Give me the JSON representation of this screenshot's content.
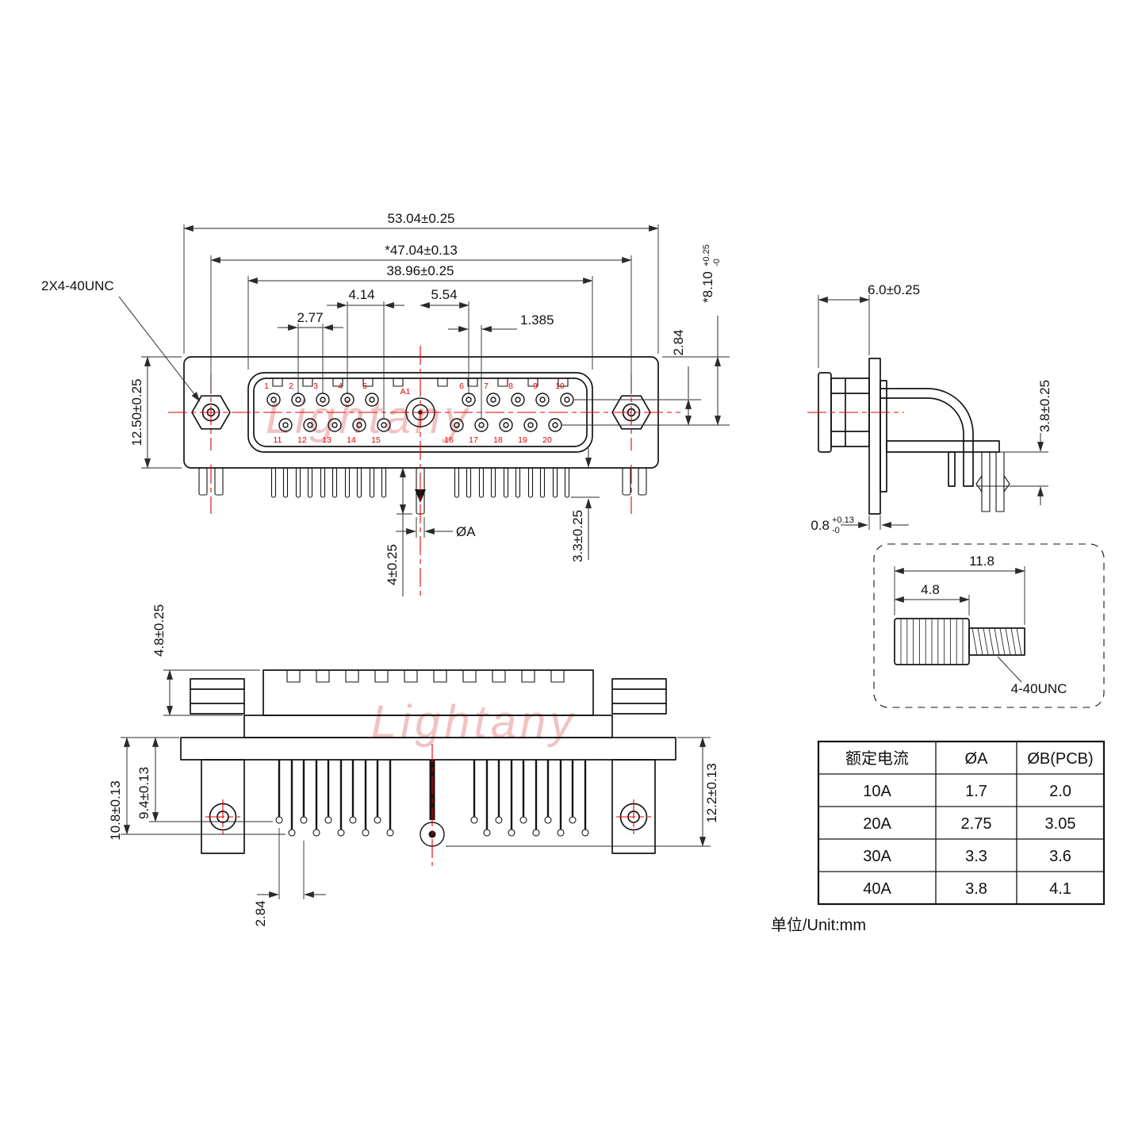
{
  "colors": {
    "line": "#141414",
    "centerline_red": "#e60000",
    "watermark": "#f0b4b4"
  },
  "watermark": {
    "text": "Lightany"
  },
  "front": {
    "label_thread": "2X4-40UNC",
    "dim_overall": "53.04±0.25",
    "dim_flange": "*47.04±0.13",
    "dim_shell": "38.96±0.25",
    "dim_p414": "4.14",
    "dim_p554": "5.54",
    "dim_p277": "2.77",
    "dim_p1385": "1.385",
    "dim_row": "2.84",
    "dim_b810": {
      "main": "*8.10",
      "sup": "+0.25",
      "sub": "-0"
    },
    "dim_height": "12.50±0.25",
    "dim_phiA": "ØA",
    "dim_coax_tail": "4±0.25",
    "dim_tail": "3.3±0.25",
    "pin_a1": "A1",
    "pins_top": [
      "1",
      "2",
      "3",
      "4",
      "5",
      "6",
      "7",
      "8",
      "9",
      "10"
    ],
    "pins_bottom": [
      "11",
      "12",
      "13",
      "14",
      "15",
      "16",
      "17",
      "18",
      "19",
      "20"
    ]
  },
  "side": {
    "dim_depth": "6.0±0.25",
    "dim_pin": "3.8±0.25",
    "dim_pcb": {
      "main": "0.8",
      "sup": "+0.13",
      "sub": "-0"
    }
  },
  "bottom": {
    "dim_shell": "4.8±0.25",
    "dim_long": "10.8±0.13",
    "dim_short": "9.4±0.13",
    "dim_rowpitch": "2.84",
    "dim_total": "12.2±0.13"
  },
  "screw": {
    "dim_len": "11.8",
    "dim_head": "4.8",
    "label_thread": "4-40UNC"
  },
  "table": {
    "headers": [
      "额定电流",
      "ØA",
      "ØB(PCB)"
    ],
    "rows": [
      [
        "10A",
        "1.7",
        "2.0"
      ],
      [
        "20A",
        "2.75",
        "3.05"
      ],
      [
        "30A",
        "3.3",
        "3.6"
      ],
      [
        "40A",
        "3.8",
        "4.1"
      ]
    ],
    "unit": "单位/Unit:mm"
  }
}
